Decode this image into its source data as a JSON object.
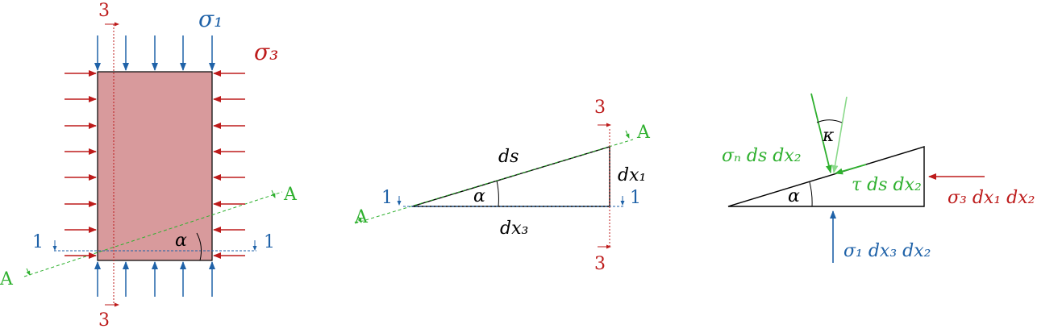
{
  "colors": {
    "red": "#bd1b1b",
    "blue": "#1f62a8",
    "green": "#2fb02f",
    "light_green": "#8ad98a",
    "fill": "#d89a9c",
    "black": "#000000"
  },
  "labels": {
    "sigma1": "σ₁",
    "sigma3": "σ₃",
    "three": "3",
    "one": "1",
    "A": "A",
    "alpha": "α",
    "ds": "ds",
    "dx1": "dx₁",
    "dx3": "dx₃",
    "kappa": "κ",
    "sigma_n_term": "σₙ ds dx₂",
    "tau_term": "τ ds dx₂",
    "sigma3_term": "σ₃ dx₁ dx₂",
    "sigma1_term": "σ₁ dx₃ dx₂"
  }
}
